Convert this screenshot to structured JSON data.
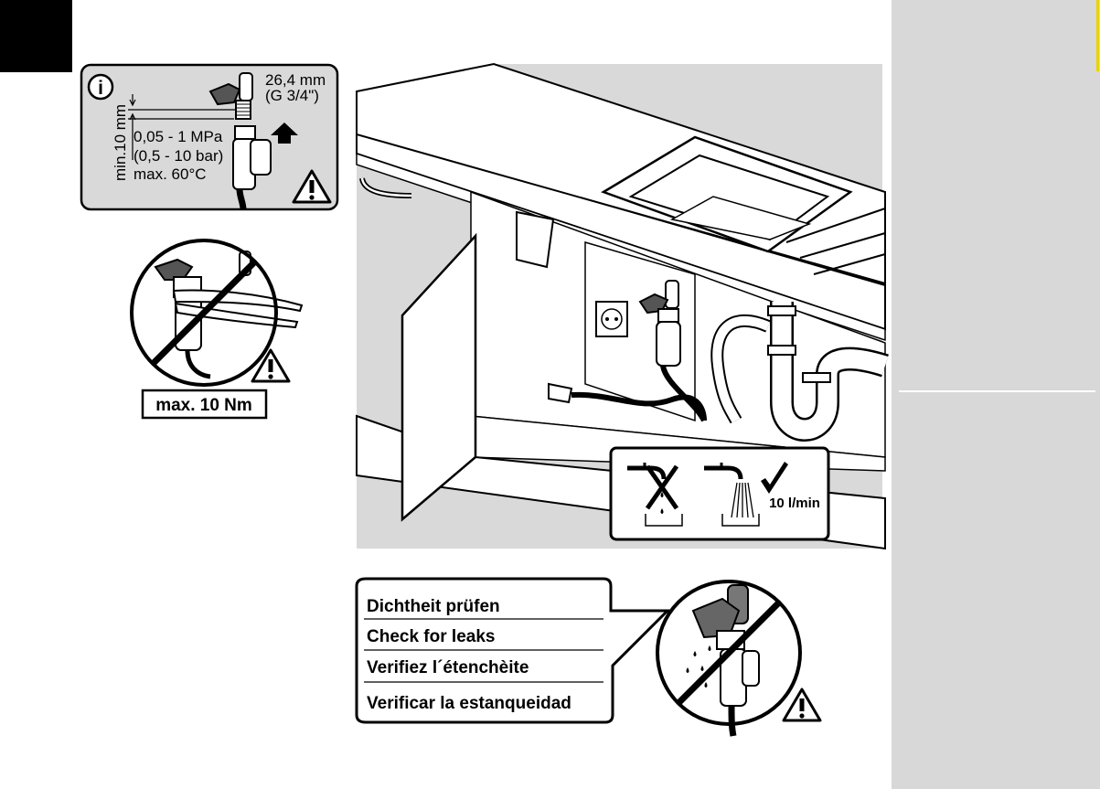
{
  "spec_panel": {
    "info_symbol": "i",
    "thread_size": "26,4 mm",
    "thread_type": "(G 3/4\")",
    "min_distance": "min.10 mm",
    "pressure_mpa": "0,05 - 1 MPa",
    "pressure_bar": "(0,5 - 10 bar)",
    "max_temp": "max. 60°C"
  },
  "torque_label": "max. 10 Nm",
  "flow_panel": {
    "flow_rate": "10 l/min"
  },
  "leak_check": {
    "lines": [
      "Dichtheit prüfen",
      "Check for leaks",
      "Verifiez l´étenchèite",
      "Verificar la estanqueidad"
    ]
  },
  "icons": [
    "info-icon",
    "warning-icon",
    "arrow-up-icon",
    "check-icon",
    "cross-icon"
  ],
  "colors": {
    "panel_gray": "#d8d8d8",
    "scene_gray": "#d9d9d9",
    "accent_yellow": "#e8d400",
    "ink": "#000000"
  }
}
